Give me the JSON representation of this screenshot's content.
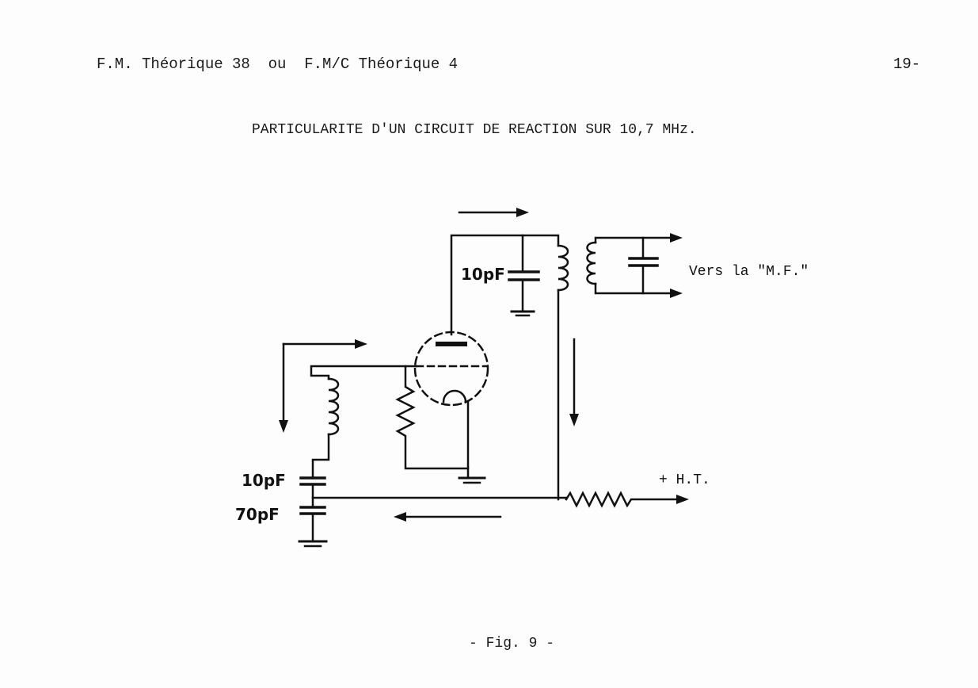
{
  "header": {
    "left": "F.M. Théorique 38  ou  F.M/C Théorique 4",
    "page_number": "19-"
  },
  "title": "PARTICULARITE D'UN CIRCUIT DE REACTION SUR 10,7 MHz.",
  "diagram": {
    "labels": {
      "plate_cap": "10pF",
      "output": "Vers la \"M.F.\"",
      "ht": "+ H.T.",
      "grid_cap": "10pF",
      "bottom_cap": "70pF"
    }
  },
  "caption": "- Fig. 9 -"
}
